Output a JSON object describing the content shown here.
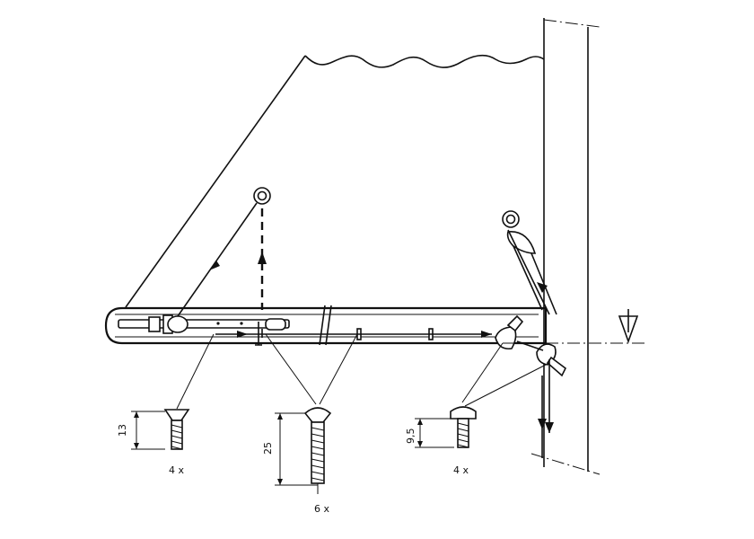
{
  "screws": [
    {
      "id": "left",
      "dimension": "13",
      "quantity": "4 x",
      "head": "countersunk"
    },
    {
      "id": "middle",
      "dimension": "25",
      "quantity": "6 x",
      "head": "raised-countersunk"
    },
    {
      "id": "right",
      "dimension": "9,5",
      "quantity": "4 x",
      "head": "pan"
    }
  ],
  "icons": {
    "level_symbol": "triangle-down-level-icon",
    "eyelet": "ring-eyelet-icon"
  }
}
